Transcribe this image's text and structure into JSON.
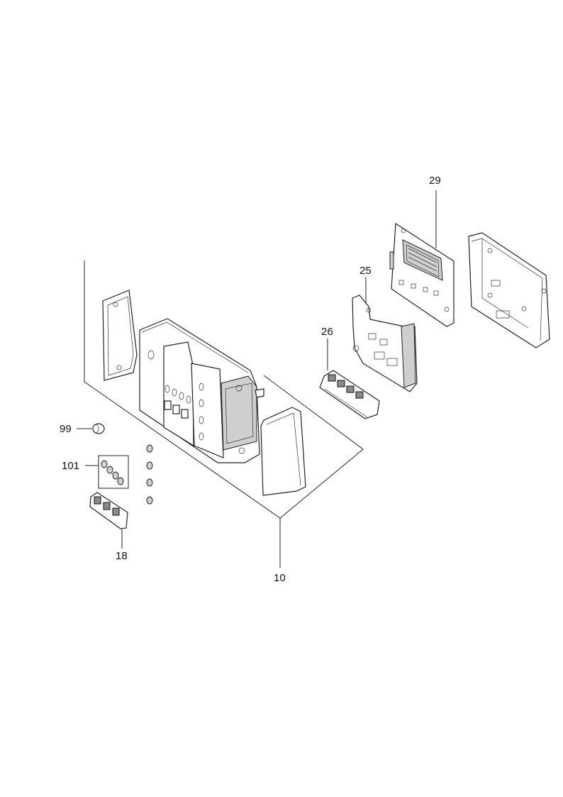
{
  "labels": {
    "p29": "29",
    "p25": "25",
    "p26": "26",
    "p99": "99",
    "p101": "101",
    "p18": "18",
    "p10": "10"
  },
  "colors": {
    "line": "#222222",
    "fill_light": "#cfcfcf",
    "fill_dark": "#8a8a8a",
    "background": "#ffffff"
  }
}
